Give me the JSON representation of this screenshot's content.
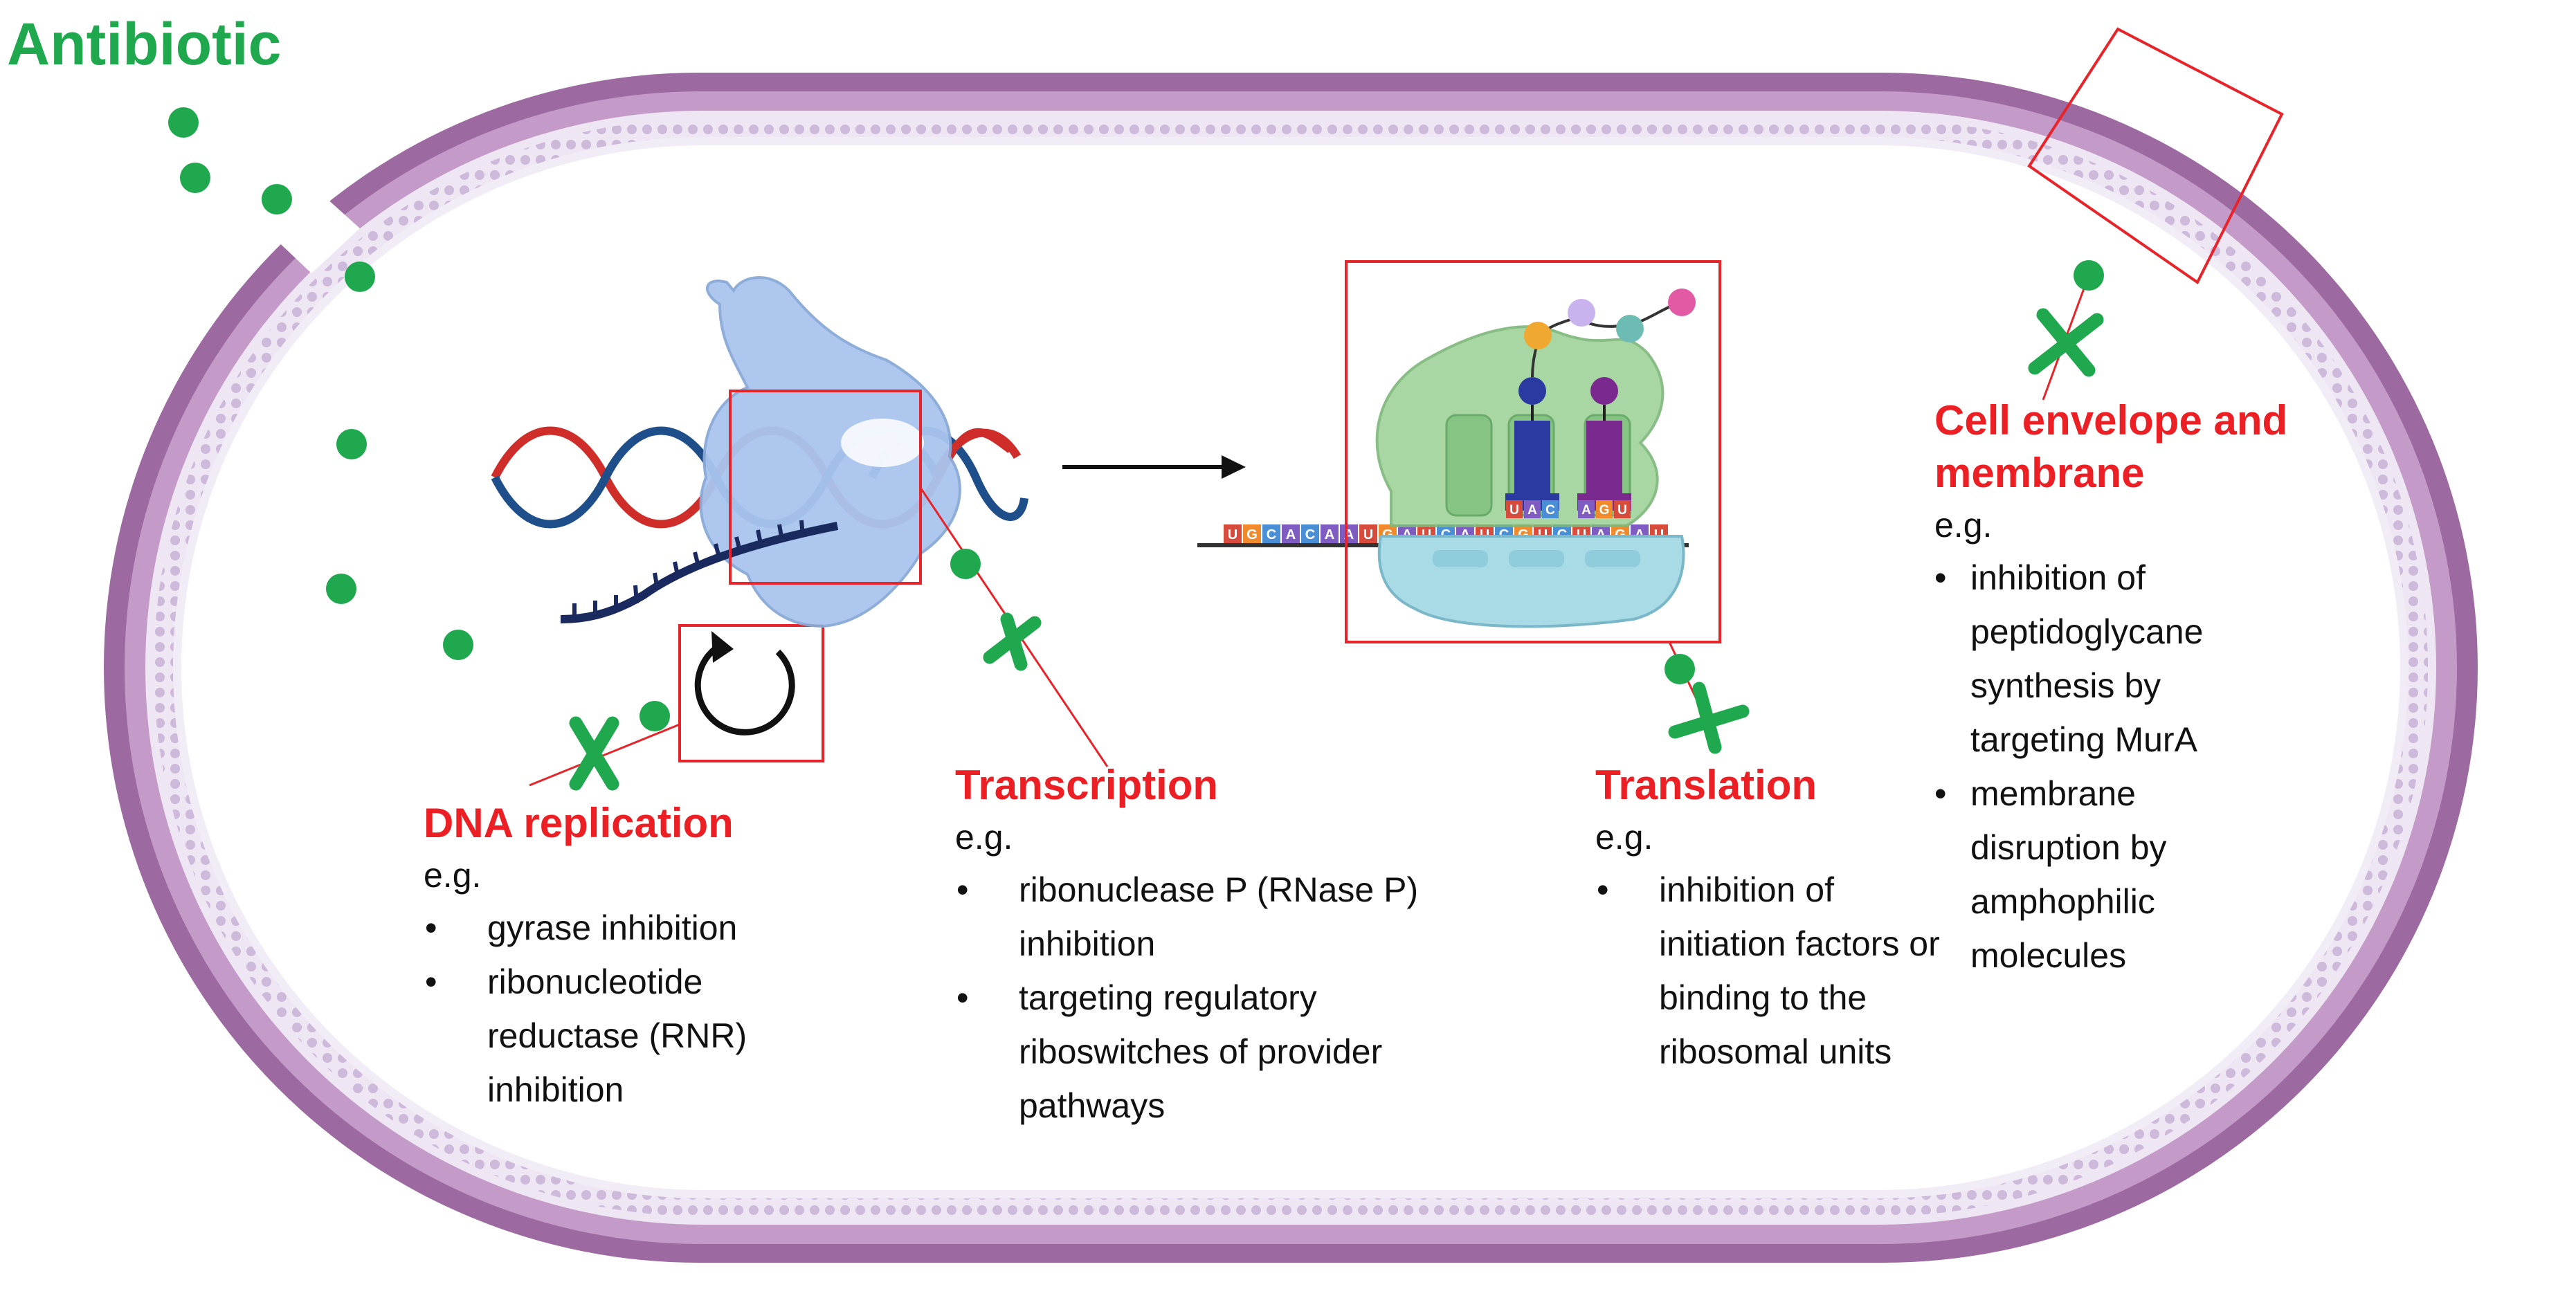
{
  "title": "Antibiotic",
  "colors": {
    "antibiotic": "#1fa84d",
    "heading": "#ec1f24",
    "membrane_outer": "#8f5f93",
    "membrane_inner": "#c9a8cc",
    "dna_red": "#cf2d2a",
    "dna_blue": "#1f4f8a",
    "polymerase": "#a9c5ef",
    "ribosome_large": "#9fd39a",
    "ribosome_small": "#a9dbe6"
  },
  "sections": {
    "dna": {
      "heading": "DNA replication",
      "eg": "e.g.",
      "items": [
        "gyrase inhibition",
        "ribonucleotide reductase (RNR) inhibition"
      ]
    },
    "transcription": {
      "heading": "Transcription",
      "eg": "e.g.",
      "items": [
        "ribonuclease P (RNase P) inhibition",
        "targeting regulatory riboswitches of provider pathways"
      ]
    },
    "translation": {
      "heading": "Translation",
      "eg": "e.g.",
      "items": [
        "inhibition of initiation factors or binding to the ribosomal units"
      ]
    },
    "envelope": {
      "heading": "Cell envelope and membrane",
      "eg": "e.g.",
      "items": [
        "inhibition of peptidoglycane synthesis by targeting MurA",
        "membrane disruption by amphophilic molecules"
      ]
    }
  },
  "mrna": {
    "codons": [
      "U",
      "G",
      "C",
      "A",
      "C",
      "A",
      "A",
      "U",
      "G",
      "A",
      "U",
      "C",
      "A",
      "U",
      "C",
      "G",
      "U",
      "C",
      "U",
      "A",
      "G",
      "A",
      "U"
    ],
    "anticodon_left": [
      "U",
      "A",
      "C"
    ],
    "anticodon_right": [
      "A",
      "G",
      "U"
    ]
  }
}
